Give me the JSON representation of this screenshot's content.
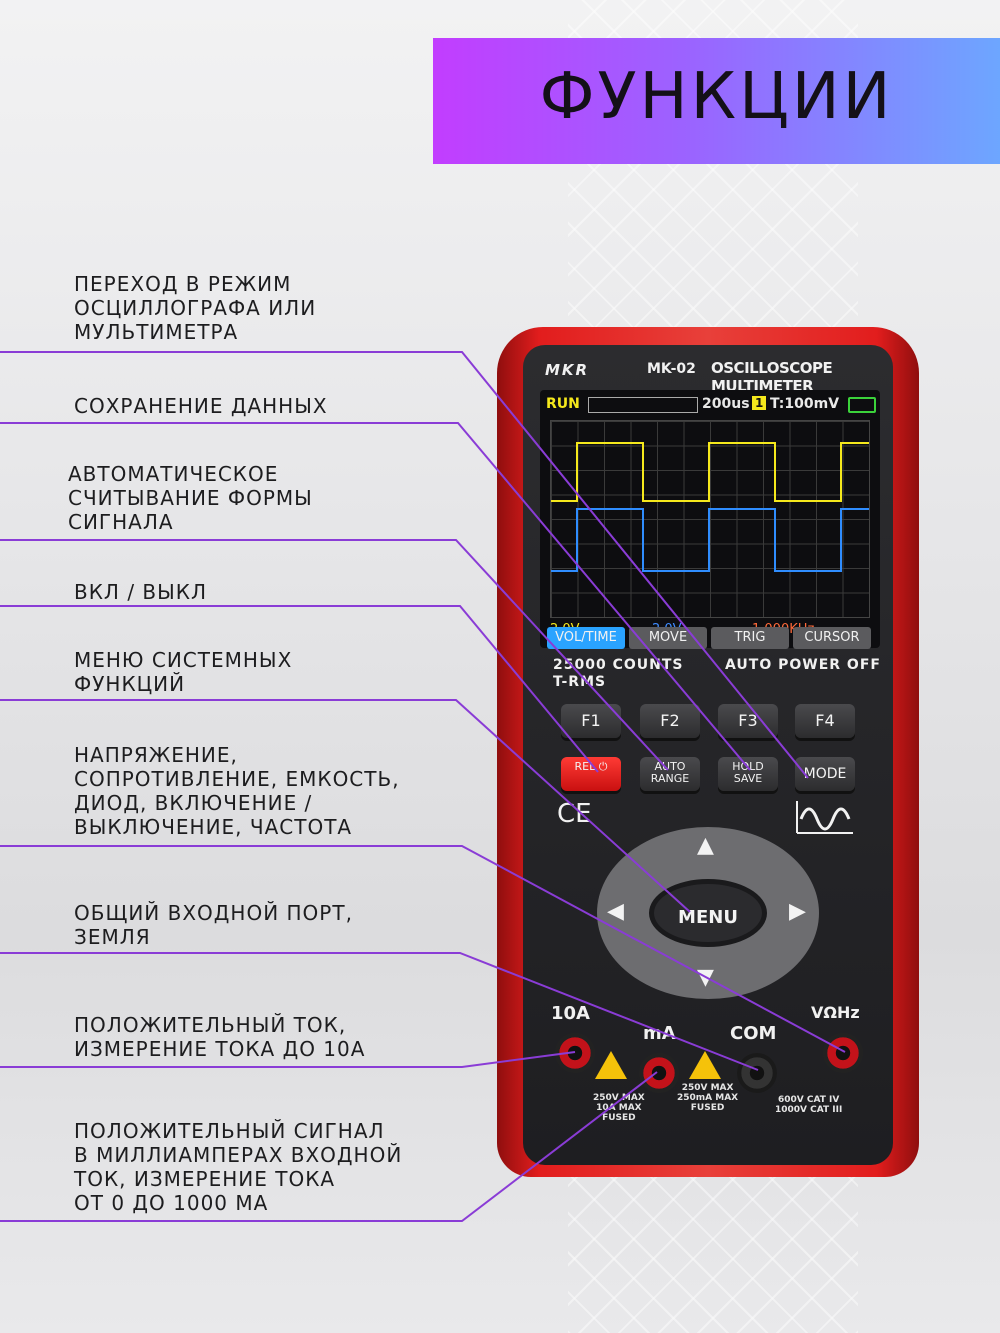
{
  "banner": {
    "title": "ФУНКЦИИ"
  },
  "labels": [
    "ПЕРЕХОД В РЕЖИМ\nОСЦИЛЛОГРАФА ИЛИ\nМУЛЬТИМЕТРА",
    "СОХРАНЕНИЕ ДАННЫХ",
    "АВТОМАТИЧЕСКОЕ\nСЧИТЫВАНИЕ ФОРМЫ\nСИГНАЛА",
    "ВКЛ / ВЫКЛ",
    "МЕНЮ СИСТЕМНЫХ\nФУНКЦИЙ",
    "НАПРЯЖЕНИЕ,\nСОПРОТИВЛЕНИЕ, ЕМКОСТЬ,\nДИОД, ВКЛЮЧЕНИЕ /\nВЫКЛЮЧЕНИЕ, ЧАСТОТА",
    "ОБЩИЙ ВХОДНОЙ ПОРТ,\nЗЕМЛЯ",
    "ПОЛОЖИТЕЛЬНЫЙ ТОК,\nИЗМЕРЕНИЕ ТОКА ДО 10А",
    "ПОЛОЖИТЕЛЬНЫЙ СИГНАЛ\nВ МИЛЛИАМПЕРАХ ВХОДНОЙ\nТОК, ИЗМЕРЕНИЕ ТОКА\nОТ 0 ДО 1000 μA"
  ],
  "device": {
    "logo": "MKR",
    "model": "MK-02",
    "type": "OSCILLOSCOPE MULTIMETER",
    "status": {
      "run": "RUN",
      "timebase": "200us",
      "channel": "1",
      "trigger": "T:100mV"
    },
    "info": {
      "ch1": "2.0V",
      "ch2": "2.0V",
      "freq": "1.000KHz"
    },
    "softkeys": [
      "VOL/TIME",
      "MOVE",
      "TRIG",
      "CURSOR"
    ],
    "specs": {
      "counts": "25000 COUNTS",
      "trms": "T-RMS",
      "power": "AUTO POWER OFF"
    },
    "fkeys": [
      "F1",
      "F2",
      "F3",
      "F4"
    ],
    "rkeys": {
      "rel": "REL",
      "auto": "AUTO\nRANGE",
      "hold": "HOLD\nSAVE",
      "mode": "MODE"
    },
    "ce": "CE",
    "menu": "MENU",
    "ports": {
      "a10": "10A",
      "ma": "mA",
      "com": "COM",
      "v": "VΩHz"
    },
    "ratings": {
      "r10a": "250V MAX\n10A MAX\nFUSED",
      "rma": "250V MAX\n250mA MAX\nFUSED",
      "rv": "600V CAT IV\n1000V CAT III"
    }
  }
}
